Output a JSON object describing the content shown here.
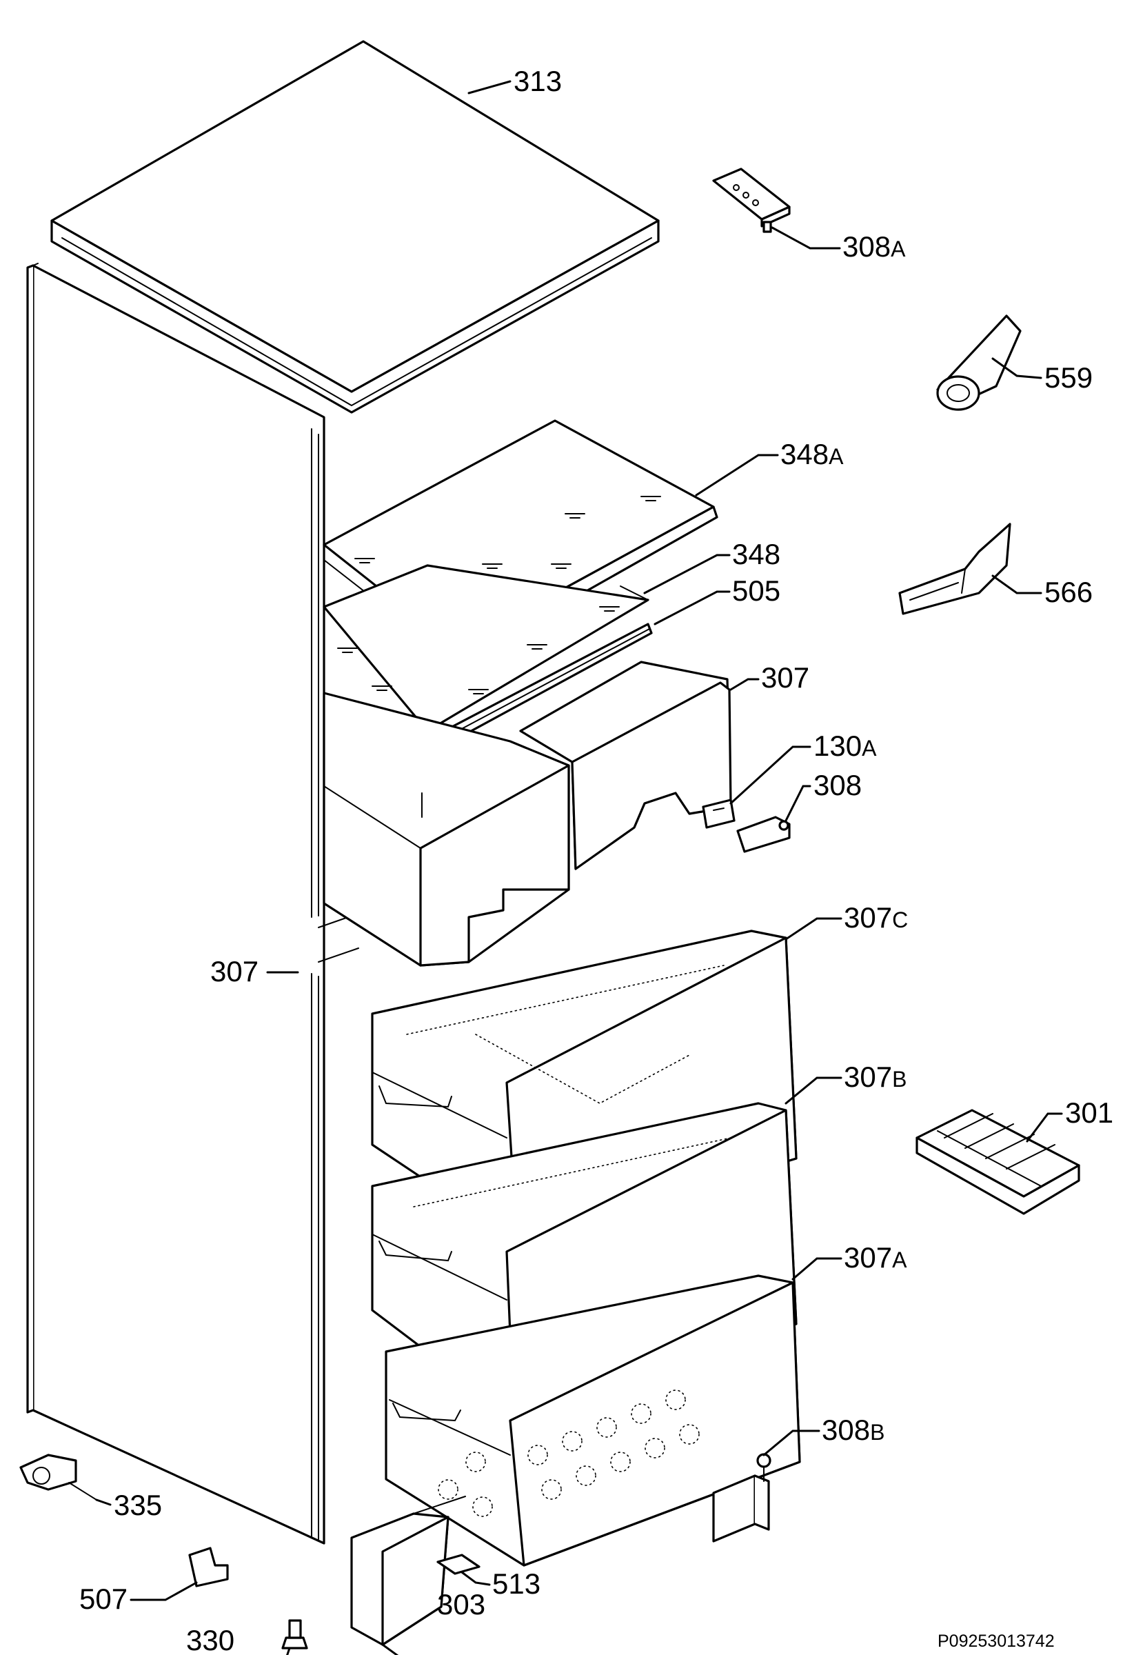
{
  "callouts": [
    {
      "id": "313",
      "text": "313"
    },
    {
      "id": "308A",
      "text": "308",
      "suffix": "A"
    },
    {
      "id": "559",
      "text": "559"
    },
    {
      "id": "348A",
      "text": "348",
      "suffix": "A"
    },
    {
      "id": "348",
      "text": "348"
    },
    {
      "id": "566",
      "text": "566"
    },
    {
      "id": "505",
      "text": "505"
    },
    {
      "id": "307-top",
      "text": "307"
    },
    {
      "id": "130A",
      "text": "130",
      "suffix": "A"
    },
    {
      "id": "308",
      "text": "308"
    },
    {
      "id": "307C",
      "text": "307",
      "suffix": "C"
    },
    {
      "id": "307-left",
      "text": "307"
    },
    {
      "id": "307B",
      "text": "307",
      "suffix": "B"
    },
    {
      "id": "301",
      "text": "301"
    },
    {
      "id": "307A",
      "text": "307",
      "suffix": "A"
    },
    {
      "id": "308B",
      "text": "308",
      "suffix": "B"
    },
    {
      "id": "335",
      "text": "335"
    },
    {
      "id": "507",
      "text": "507"
    },
    {
      "id": "513",
      "text": "513"
    },
    {
      "id": "303",
      "text": "303"
    },
    {
      "id": "330",
      "text": "330"
    }
  ],
  "document_number": "P09253013742"
}
